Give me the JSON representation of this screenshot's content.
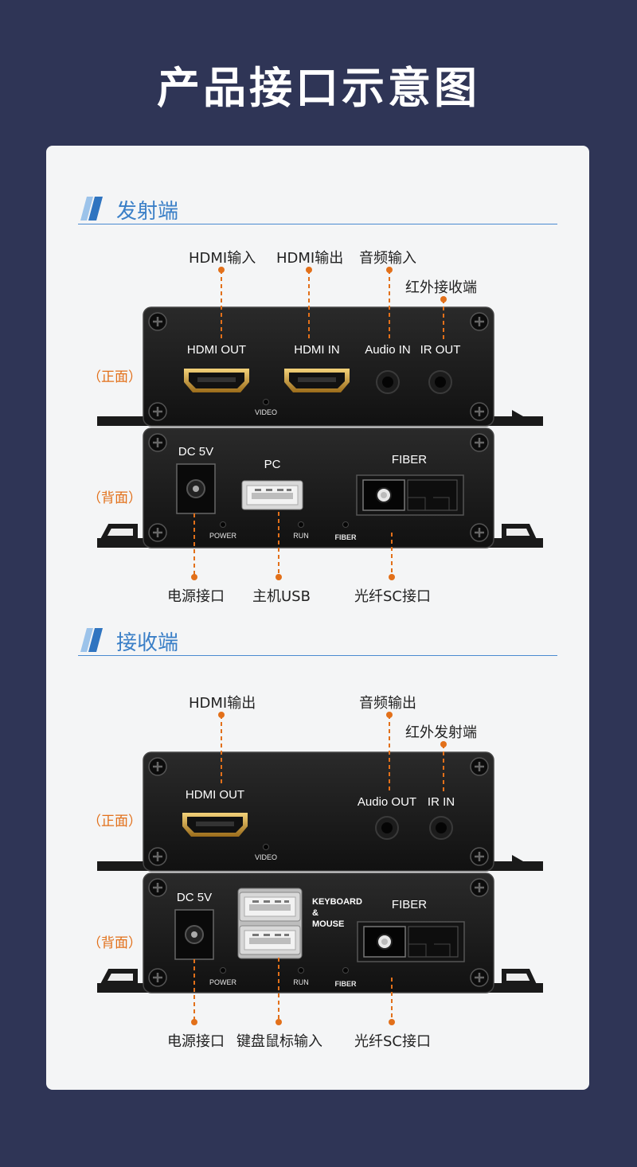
{
  "page_title": "产品接口示意图",
  "colors": {
    "background": "#2f3556",
    "card": "#f4f5f6",
    "accent_blue": "#3a7fc7",
    "accent_orange": "#e2701a",
    "device": "#1a1a1a"
  },
  "transmitter": {
    "section_title": "发射端",
    "front_label": "（正面）",
    "back_label": "（背面）",
    "callouts_top": {
      "hdmi_in": "HDMI输入",
      "hdmi_out": "HDMI输出",
      "audio_in": "音频输入",
      "ir_recv": "红外接收端"
    },
    "front_ports": {
      "hdmi_out": "HDMI OUT",
      "hdmi_in": "HDMI IN",
      "audio_in": "Audio IN",
      "ir_out": "IR OUT",
      "video_led": "VIDEO"
    },
    "back_ports": {
      "dc": "DC 5V",
      "pc": "PC",
      "fiber": "FIBER",
      "power_led": "POWER",
      "run_led": "RUN",
      "fiber_led": "FIBER"
    },
    "callouts_bottom": {
      "power": "电源接口",
      "usb": "主机USB",
      "fiber": "光纤SC接口"
    }
  },
  "receiver": {
    "section_title": "接收端",
    "front_label": "（正面）",
    "back_label": "（背面）",
    "callouts_top": {
      "hdmi_out": "HDMI输出",
      "audio_out": "音频输出",
      "ir_send": "红外发射端"
    },
    "front_ports": {
      "hdmi_out": "HDMI OUT",
      "audio_out": "Audio OUT",
      "ir_in": "IR IN",
      "video_led": "VIDEO"
    },
    "back_ports": {
      "dc": "DC 5V",
      "kbm_line1": "KEYBOARD",
      "kbm_line2": "&",
      "kbm_line3": "MOUSE",
      "fiber": "FIBER",
      "power_led": "POWER",
      "run_led": "RUN",
      "fiber_led": "FIBER"
    },
    "callouts_bottom": {
      "power": "电源接口",
      "kbm": "键盘鼠标输入",
      "fiber": "光纤SC接口"
    }
  }
}
